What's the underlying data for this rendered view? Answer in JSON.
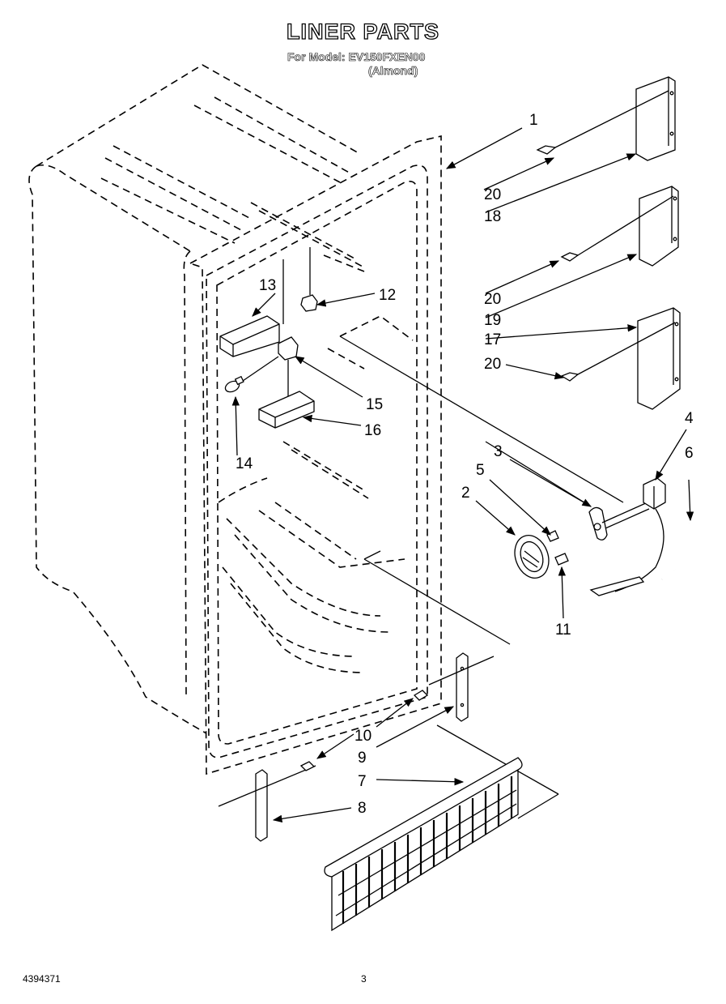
{
  "header": {
    "title": "LINER PARTS",
    "model_line": "For Model: EV150FXEN00",
    "color_line": "(Almond)"
  },
  "footer": {
    "doc_number": "4394371",
    "page_number": "3"
  },
  "callouts": [
    {
      "id": "callout-1",
      "label": "1"
    },
    {
      "id": "callout-2",
      "label": "2"
    },
    {
      "id": "callout-3",
      "label": "3"
    },
    {
      "id": "callout-4",
      "label": "4"
    },
    {
      "id": "callout-5",
      "label": "5"
    },
    {
      "id": "callout-6",
      "label": "6"
    },
    {
      "id": "callout-7",
      "label": "7"
    },
    {
      "id": "callout-8",
      "label": "8"
    },
    {
      "id": "callout-9",
      "label": "9"
    },
    {
      "id": "callout-10",
      "label": "10"
    },
    {
      "id": "callout-11",
      "label": "11"
    },
    {
      "id": "callout-12",
      "label": "12"
    },
    {
      "id": "callout-13",
      "label": "13"
    },
    {
      "id": "callout-14",
      "label": "14"
    },
    {
      "id": "callout-15",
      "label": "15"
    },
    {
      "id": "callout-16",
      "label": "16"
    },
    {
      "id": "callout-17",
      "label": "17"
    },
    {
      "id": "callout-18",
      "label": "18"
    },
    {
      "id": "callout-19",
      "label": "19"
    },
    {
      "id": "callout-20a",
      "label": "20"
    },
    {
      "id": "callout-20b",
      "label": "20"
    },
    {
      "id": "callout-20c",
      "label": "20"
    }
  ]
}
